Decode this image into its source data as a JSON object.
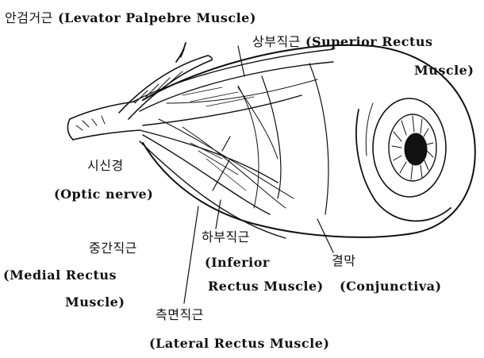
{
  "colors": {
    "ink": "#111111",
    "background": "#ffffff"
  },
  "labels": {
    "levator_ko": "안검거근",
    "levator_en": "(Levator Palpebre Muscle)",
    "superior_ko": "상부직근",
    "superior_en_1": "(Superior Rectus",
    "superior_en_2": "Muscle)",
    "optic_ko": "시신경",
    "optic_en": "(Optic nerve)",
    "medial_ko": "중간직근",
    "medial_en_1": "(Medial Rectus",
    "medial_en_2": "Muscle)",
    "inferior_ko": "하부직근",
    "inferior_en_1": "(Inferior",
    "inferior_en_2": "Rectus Muscle)",
    "conjunctiva_ko": "결막",
    "conjunctiva_en": "(Conjunctiva)",
    "lateral_ko": "측면직근",
    "lateral_en": "(Lateral Rectus Muscle)"
  }
}
